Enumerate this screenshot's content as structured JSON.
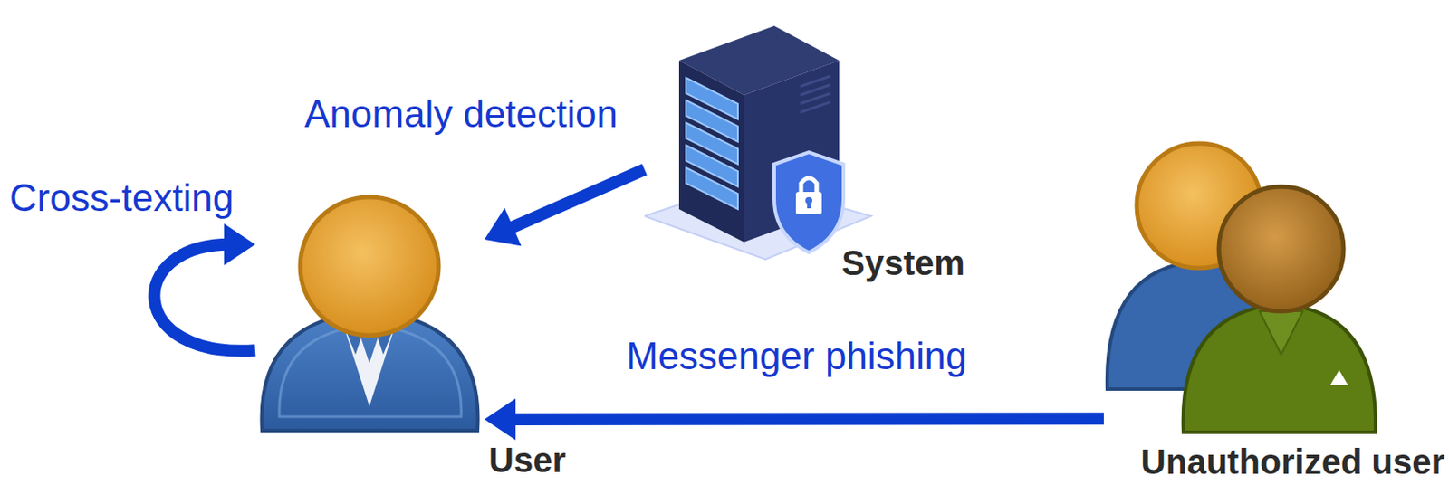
{
  "diagram": {
    "nodes": [
      {
        "text": [
          "User"
        ]
      },
      {
        "text": [
          "System"
        ]
      },
      {
        "text": [
          "Unauthorized user"
        ]
      }
    ],
    "edges": [
      {
        "from": 1,
        "to": 0,
        "arrow": "to",
        "label": "Anomaly detection"
      },
      {
        "from": 2,
        "to": 0,
        "arrow": "to",
        "label": "Messenger phishing"
      },
      {
        "from": 0,
        "to": 0,
        "arrow": "to",
        "label": "Cross-texting"
      }
    ]
  }
}
